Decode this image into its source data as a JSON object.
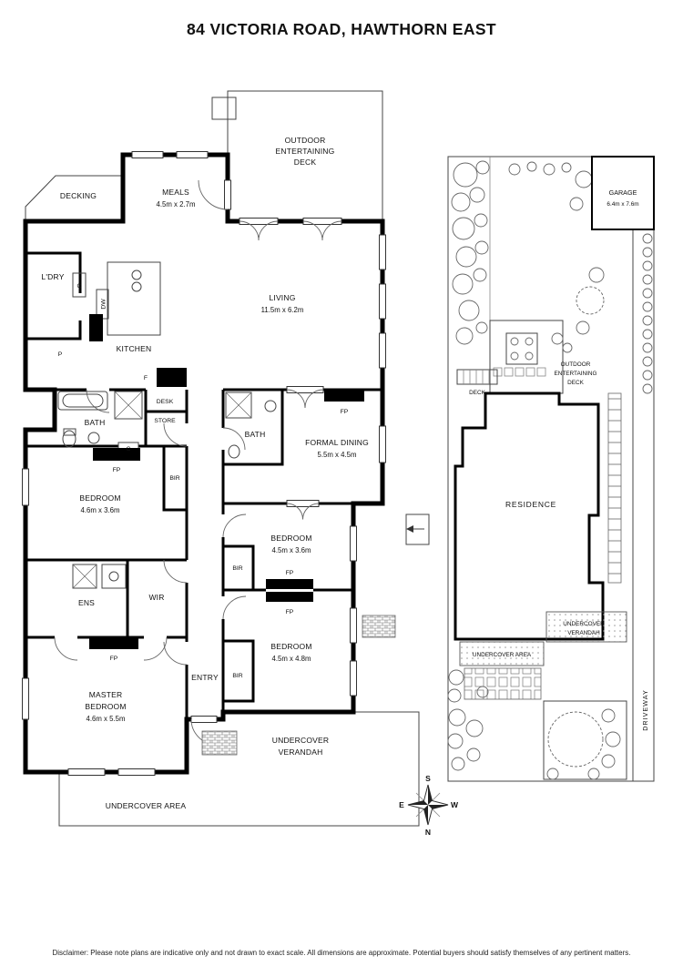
{
  "title": "84 VICTORIA ROAD, HAWTHORN EAST",
  "floorplan": {
    "outdoor_deck": {
      "line1": "OUTDOOR",
      "line2": "ENTERTAINING",
      "line3": "DECK"
    },
    "decking": "DECKING",
    "meals": {
      "name": "MEALS",
      "dims": "4.5m x 2.7m"
    },
    "ldry": "L'DRY",
    "cupboard": "C",
    "dw": "DW",
    "living": {
      "name": "LIVING",
      "dims": "11.5m x 6.2m"
    },
    "pantry": "P",
    "kitchen": "KITCHEN",
    "fridge": "F",
    "desk": "DESK",
    "store": "STORE",
    "bath": "BATH",
    "fireplace": "FP",
    "robe": "BIR",
    "formal_dining": {
      "name": "FORMAL DINING",
      "dims": "5.5m x 4.5m"
    },
    "bedroom1": {
      "name": "BEDROOM",
      "dims": "4.6m x 3.6m"
    },
    "bedroom2": {
      "name": "BEDROOM",
      "dims": "4.5m x 3.6m"
    },
    "bedroom3": {
      "name": "BEDROOM",
      "dims": "4.5m x 4.8m"
    },
    "ens": "ENS",
    "wir": "WIR",
    "entry": "ENTRY",
    "master": {
      "line1": "MASTER",
      "line2": "BEDROOM",
      "dims": "4.6m x 5.5m"
    },
    "verandah": {
      "line1": "UNDERCOVER",
      "line2": "VERANDAH"
    },
    "undercover_area": "UNDERCOVER AREA"
  },
  "siteplan": {
    "garage": {
      "name": "GARAGE",
      "dims": "6.4m x 7.6m"
    },
    "outdoor_deck": {
      "line1": "OUTDOOR",
      "line2": "ENTERTAINING",
      "line3": "DECK"
    },
    "deck": "DECK",
    "residence": "RESIDENCE",
    "verandah": {
      "line1": "UNDERCOVER",
      "line2": "VERANDAH"
    },
    "undercover_area": "UNDERCOVER AREA",
    "driveway": "DRIVEWAY"
  },
  "compass": {
    "north": "N",
    "south": "S",
    "east": "E",
    "west": "W"
  },
  "disclaimer": "Disclaimer: Please note plans are indicative only and not drawn to exact scale. All dimensions are approximate. Potential buyers should satisfy themselves of any pertinent matters."
}
